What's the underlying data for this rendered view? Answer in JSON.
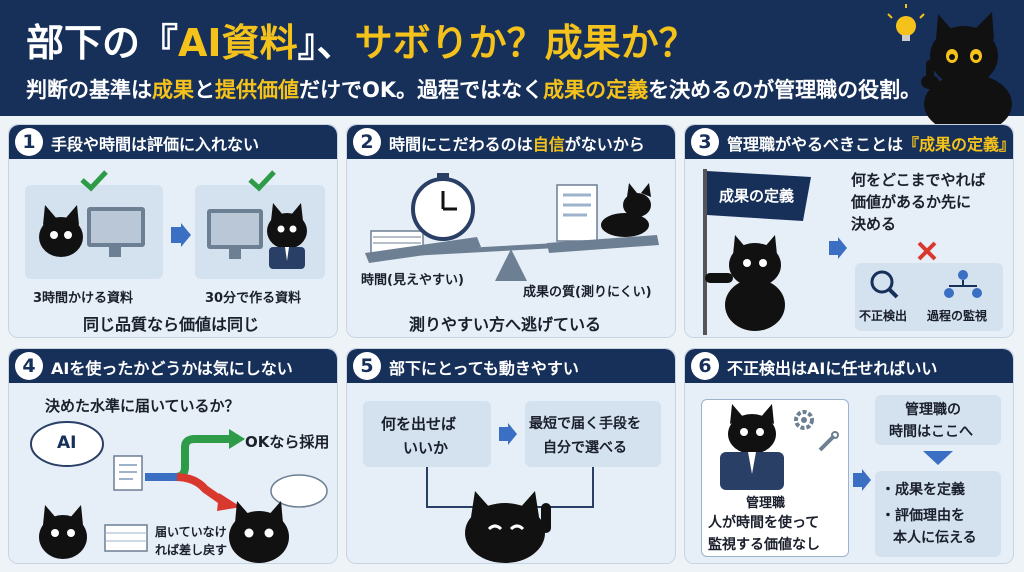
{
  "header": {
    "title_pre": "部下の『",
    "title_hl1": "AI資料",
    "title_mid": "』、",
    "title_hl2": "サボりか？成果か？",
    "sub_1": "判断の基準は",
    "sub_hl1": "成果",
    "sub_2": "と",
    "sub_hl2": "提供価値",
    "sub_3": "だけでOK。過程ではなく",
    "sub_hl3": "成果の定義",
    "sub_4": "を決めるのが管理職の役割。"
  },
  "panels": [
    {
      "num": "1",
      "title": "手段や時間は評価に入れない",
      "left_caption": "3時間かける資料",
      "right_caption": "30分で作る資料",
      "conclusion": "同じ品質なら価値は同じ"
    },
    {
      "num": "2",
      "title_pre": "時間にこだわるのは",
      "title_hl": "自信",
      "title_post": "がないから",
      "left_label": "時間(見えやすい)",
      "right_label": "成果の質(測りにくい)",
      "conclusion": "測りやすい方へ逃げている"
    },
    {
      "num": "3",
      "title_pre": "管理職がやるべきことは",
      "title_hl": "『成果の定義』",
      "flag": "成果の定義",
      "text_l1": "何をどこまでやれば",
      "text_l2": "価値があるか先に",
      "text_l3": "決める",
      "fraud": "不正検出",
      "monitor": "過程の監視"
    },
    {
      "num": "4",
      "title": "AIを使ったかどうかは気にしない",
      "question": "決めた水準に届いているか？",
      "ai": "AI",
      "ok": "OKなら採用",
      "ng_l1": "届いていなけ",
      "ng_l2": "れば差し戻す"
    },
    {
      "num": "5",
      "title": "部下にとっても動きやすい",
      "box1_l1": "何を出せば",
      "box1_l2": "いいか",
      "box2_l1": "最短で届く手段を",
      "box2_l2": "自分で選べる"
    },
    {
      "num": "6",
      "title": "不正検出はAIに任せればいい",
      "manager": "管理職",
      "text_l1": "人が時間を使って",
      "text_l2": "監視する価値なし",
      "top_l1": "管理職の",
      "top_l2": "時間はここへ",
      "b1": "・成果を定義",
      "b2_l1": "・評価理由を",
      "b2_l2": "本人に伝える"
    }
  ],
  "colors": {
    "navy": "#17305a",
    "yellow": "#f4c21a",
    "green": "#2e9b49",
    "red": "#d9382f",
    "blue": "#3a6fc4"
  }
}
